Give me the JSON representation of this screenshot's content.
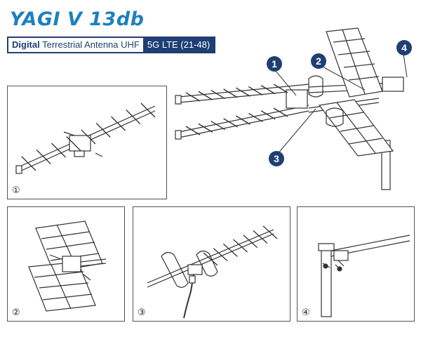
{
  "header": {
    "title": "YAGI V 13db",
    "subtitle_bold": "Digital",
    "subtitle_rest": "Terrestrial Antenna UHF",
    "subtitle_tag": "5G LTE (21-48)"
  },
  "callouts": [
    "1",
    "2",
    "3",
    "4"
  ],
  "panels": [
    {
      "label": "①"
    },
    {
      "label": "②"
    },
    {
      "label": "③"
    },
    {
      "label": "④"
    }
  ],
  "colors": {
    "title": "#1f7fc0",
    "navy": "#1f3f73",
    "line": "#333333"
  }
}
